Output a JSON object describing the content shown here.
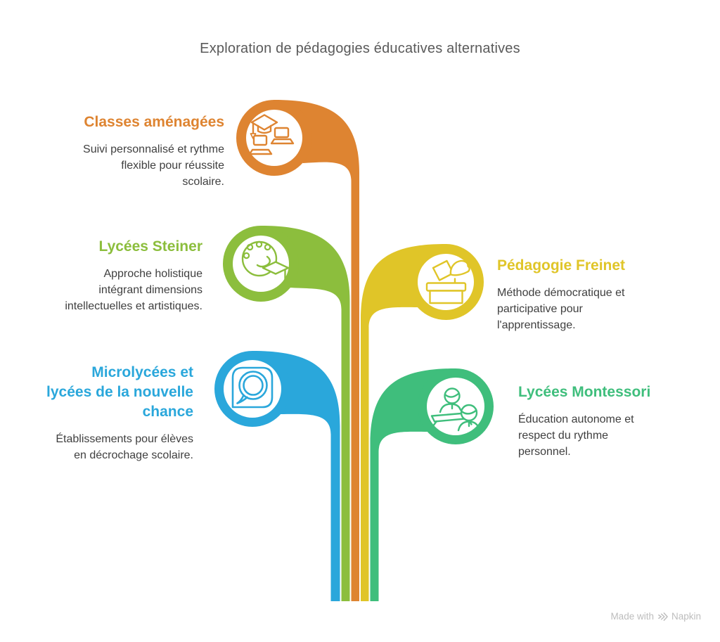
{
  "title": "Exploration de pédagogies éducatives alternatives",
  "colors": {
    "orange": "#DE8431",
    "lime": "#8CBE3D",
    "yellow": "#E0C528",
    "blue": "#2AA7DB",
    "teal": "#3FBE7C",
    "title_gray": "#5A5A5A",
    "body_gray": "#3F3F3F",
    "footer_gray": "#BDBDBD",
    "background": "#FFFFFF"
  },
  "items": [
    {
      "id": "classes-amenagees",
      "heading": "Classes aménagées",
      "body": "Suivi personnalisé et rythme\nflexible pour réussite\nscolaire.",
      "color": "#DE8431",
      "icon": "graduation-cap-laptops-icon",
      "side": "left"
    },
    {
      "id": "lycees-steiner",
      "heading": "Lycées Steiner",
      "body": "Approche holistique\nintégrant dimensions\nintellectuelles et artistiques.",
      "color": "#8CBE3D",
      "icon": "palette-graduation-icon",
      "side": "left"
    },
    {
      "id": "pedagogie-freinet",
      "heading": "Pédagogie Freinet",
      "body": "Méthode démocratique et\nparticipative pour\nl'apprentissage.",
      "color": "#E0C528",
      "icon": "ballot-box-hand-icon",
      "side": "right"
    },
    {
      "id": "microlycees",
      "heading": "Microlycées et\nlycées de la nouvelle\nchance",
      "body": "Établissements pour élèves\nen décrochage scolaire.",
      "color": "#2AA7DB",
      "icon": "chat-bubble-pin-icon",
      "side": "left"
    },
    {
      "id": "lycees-montessori",
      "heading": "Lycées Montessori",
      "body": "Éducation autonome et\nrespect du rythme\npersonnel.",
      "color": "#3FBE7C",
      "icon": "teacher-student-desk-icon",
      "side": "right"
    }
  ],
  "footer": {
    "made_with": "Made with",
    "brand": "Napkin"
  }
}
